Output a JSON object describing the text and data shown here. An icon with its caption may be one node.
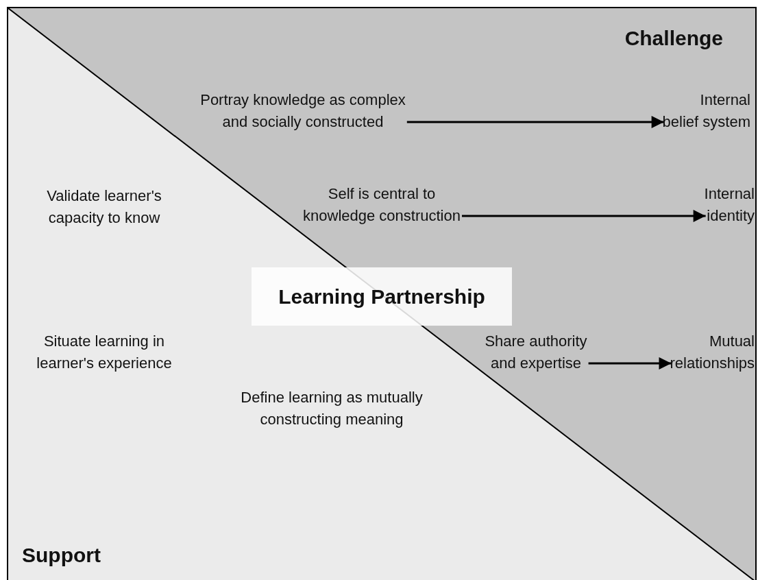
{
  "diagram": {
    "nodes": [
      {
        "text": [
          "Portray knowledge as complex and socially constructed"
        ]
      },
      {
        "text": [
          "Internal belief system"
        ]
      },
      {
        "text": [
          "Self is central to knowledge construction"
        ]
      },
      {
        "text": [
          "Internal identity"
        ]
      },
      {
        "text": [
          "Learning Partnership"
        ]
      },
      {
        "text": [
          "Share authority and expertise"
        ]
      },
      {
        "text": [
          "Mutual relationships"
        ]
      }
    ],
    "edges": [
      {
        "from": 0,
        "to": 1,
        "arrow": "to"
      },
      {
        "from": 2,
        "to": 3,
        "arrow": "to"
      },
      {
        "from": 5,
        "to": 6,
        "arrow": "to"
      }
    ],
    "labels": [
      "Challenge",
      "Validate learner's capacity to know",
      "Situate learning in learner's experience",
      "Define learning as mutually constructing meaning",
      "Support"
    ]
  }
}
